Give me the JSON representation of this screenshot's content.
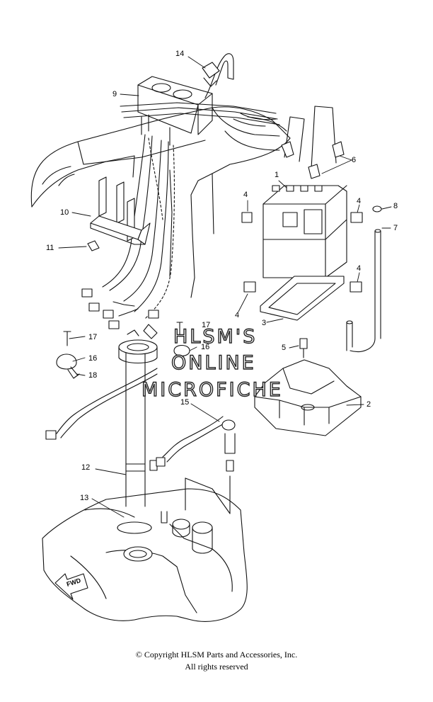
{
  "parts": {
    "p1": "1",
    "p2": "2",
    "p3": "3",
    "p4a": "4",
    "p4b": "4",
    "p4c": "4",
    "p4d": "4",
    "p5": "5",
    "p6": "6",
    "p7": "7",
    "p8": "8",
    "p9": "9",
    "p10": "10",
    "p11": "11",
    "p12": "12",
    "p13": "13",
    "p14": "14",
    "p15": "15",
    "p16a": "16",
    "p16b": "16",
    "p17a": "17",
    "p17b": "17",
    "p18": "18"
  },
  "labels": {
    "fwd": "FWD"
  },
  "watermark": {
    "line1": "HLSM'S",
    "line2": "ONLINE",
    "line3": "MICROFICHE"
  },
  "footer": {
    "copyright": "© Copyright HLSM Parts and Accessories, Inc.",
    "rights": "All rights reserved"
  }
}
